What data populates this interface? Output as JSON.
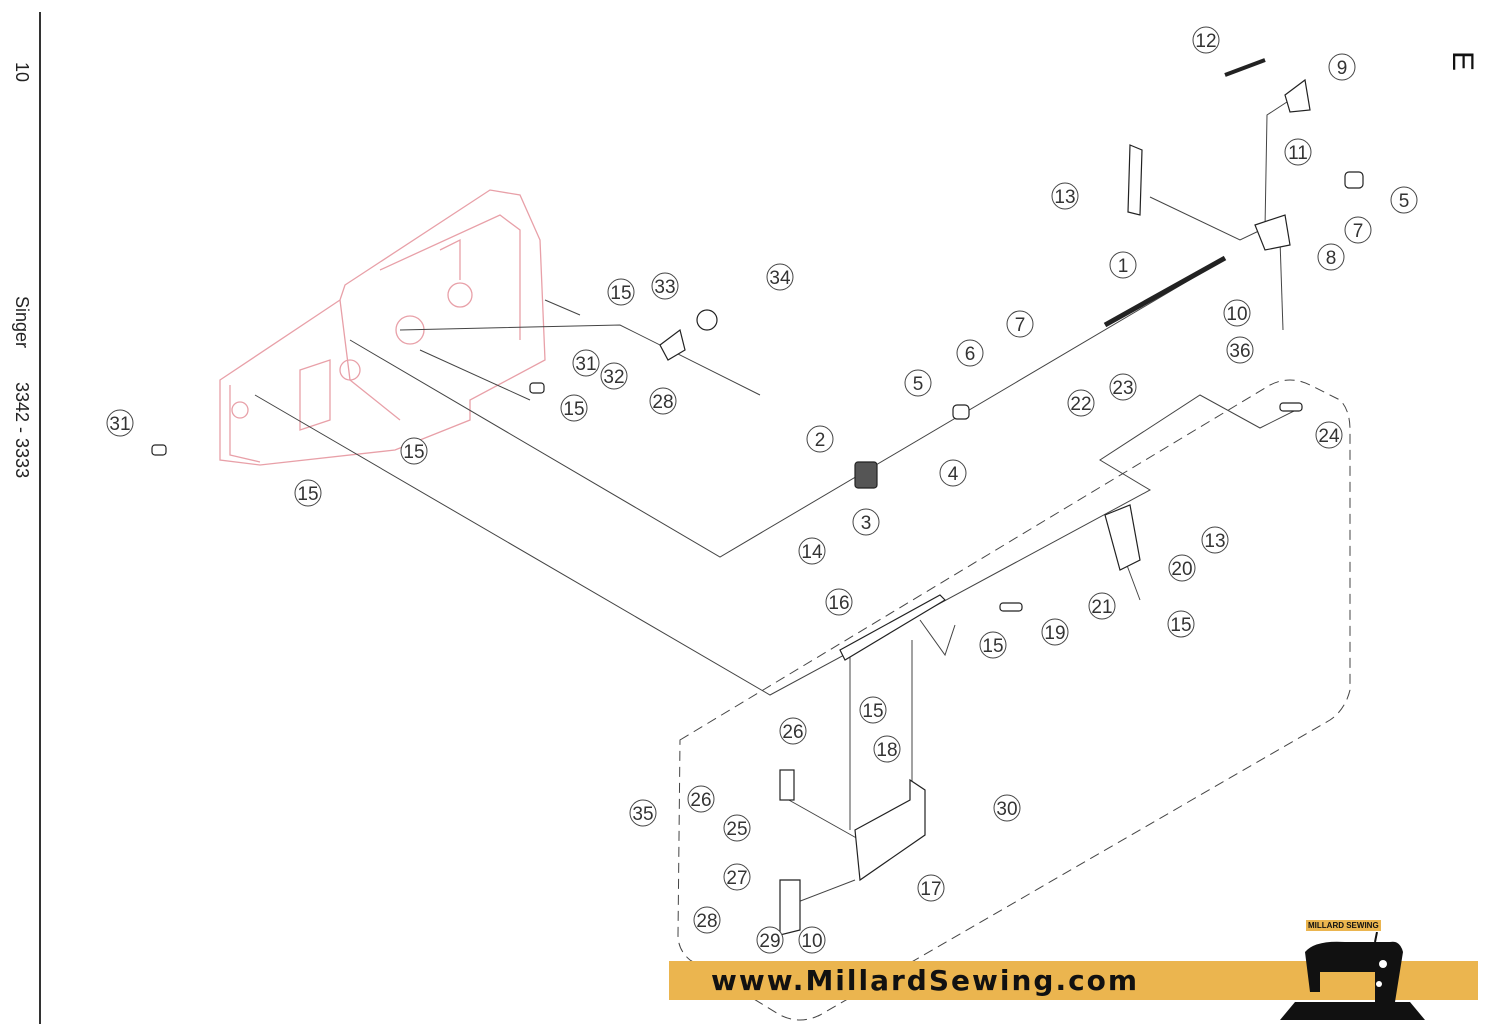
{
  "page": {
    "number": "10",
    "brand": "Singer",
    "model": "3342 - 3333",
    "section": "E"
  },
  "callouts": [
    "12",
    "9",
    "11",
    "5",
    "13",
    "7",
    "8",
    "1",
    "10",
    "36",
    "34",
    "33",
    "15",
    "31",
    "32",
    "28",
    "15",
    "7",
    "6",
    "5",
    "23",
    "22",
    "24",
    "31",
    "15",
    "15",
    "2",
    "4",
    "3",
    "14",
    "13",
    "20",
    "21",
    "15",
    "16",
    "19",
    "15",
    "15",
    "26",
    "18",
    "26",
    "30",
    "35",
    "25",
    "17",
    "27",
    "28",
    "29",
    "10"
  ],
  "banner": {
    "url_text": "www.MillardSewing.com",
    "logo_text": "MILLARD SEWING"
  },
  "colors": {
    "banner": "#ebb54f",
    "housing": "#e8a0a8",
    "line": "#333333"
  }
}
